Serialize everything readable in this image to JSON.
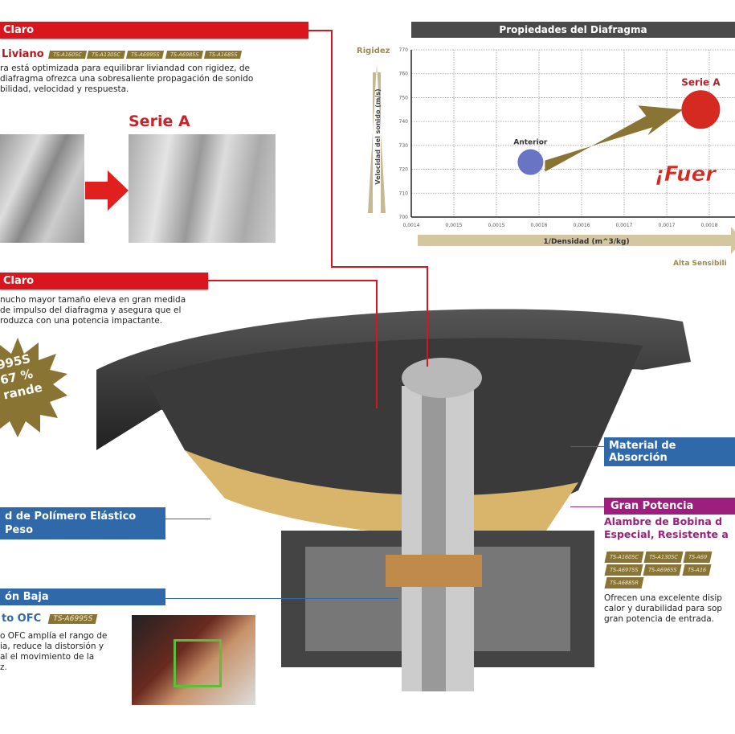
{
  "sections": {
    "light": {
      "header": "Claro",
      "subtitle": "Liviano",
      "tags": [
        "TS-A1605C",
        "TS-A1305C",
        "TS-A6995S",
        "TS-A6985S",
        "TS-A1685S"
      ],
      "text": [
        "ra está optimizada para equilibrar liviandad con rigidez, de",
        "diafragma ofrezca una sobresaliente propagación de sonido",
        "bilidad, velocidad y respuesta."
      ],
      "image_label": "Serie A"
    },
    "large": {
      "header": "Claro",
      "text": [
        "nucho mayor tamaño eleva en gran medida",
        "de impulso del diafragma y asegura que el",
        "roduzca con una potencia impactante."
      ],
      "badge": [
        "995S",
        "67 %",
        "rande"
      ]
    },
    "polymer": {
      "header_lines": [
        "d de Polímero Elástico",
        "Peso"
      ]
    },
    "low": {
      "header": "ón Baja",
      "subtitle": "to OFC",
      "tag": "TS-A6995S",
      "text": [
        "o OFC amplía el rango de",
        "ia, reduce la distorsión y",
        "al el movimiento de la",
        "z."
      ]
    },
    "absorption": {
      "header": "Material de Absorción"
    },
    "power": {
      "header": "Gran Potencia",
      "subtitle_lines": [
        "Alambre de Bobina d",
        "Especial, Resistente a"
      ],
      "tags": [
        "TS-A1605C",
        "TS-A1305C",
        "TS-A69",
        "TS-A6975S",
        "TS-A6965S",
        "TS-A16",
        "TS-A6885R"
      ],
      "text": [
        "Ofrecen una excelente disip",
        "calor y durabilidad para sop",
        "gran potencia de entrada."
      ]
    }
  },
  "chart_data": {
    "type": "scatter",
    "title": "Propiedades del Diafragma",
    "xlabel": "1/Densidad (m^3/kg)",
    "ylabel": "Velocidad del sonido (m/s)",
    "y_arrow_label": "Rigidez",
    "x_arrow_label": "Alta Sensibili",
    "slogan": "¡Fuer",
    "x_tick_labels": [
      "0,0014",
      "0,0015",
      "0,0015",
      "0,0016",
      "0,0016",
      "0,0017",
      "0,0017",
      "0,0018"
    ],
    "x_ticks": [
      0.0014,
      0.00145,
      0.0015,
      0.00155,
      0.0016,
      0.00165,
      0.0017,
      0.00175
    ],
    "y_ticks": [
      700,
      710,
      720,
      730,
      740,
      750,
      760,
      770
    ],
    "ylim": [
      700,
      770
    ],
    "grid": true,
    "points": [
      {
        "name": "Anterior",
        "x": 0.00154,
        "y": 723,
        "color": "#6a74c4"
      },
      {
        "name": "Serie A",
        "x": 0.00174,
        "y": 745,
        "color": "#d42a22"
      }
    ]
  },
  "colors": {
    "red": "#d9161d",
    "blue": "#2f69a9",
    "magenta": "#9c1f7d",
    "gold": "#8a7434"
  }
}
